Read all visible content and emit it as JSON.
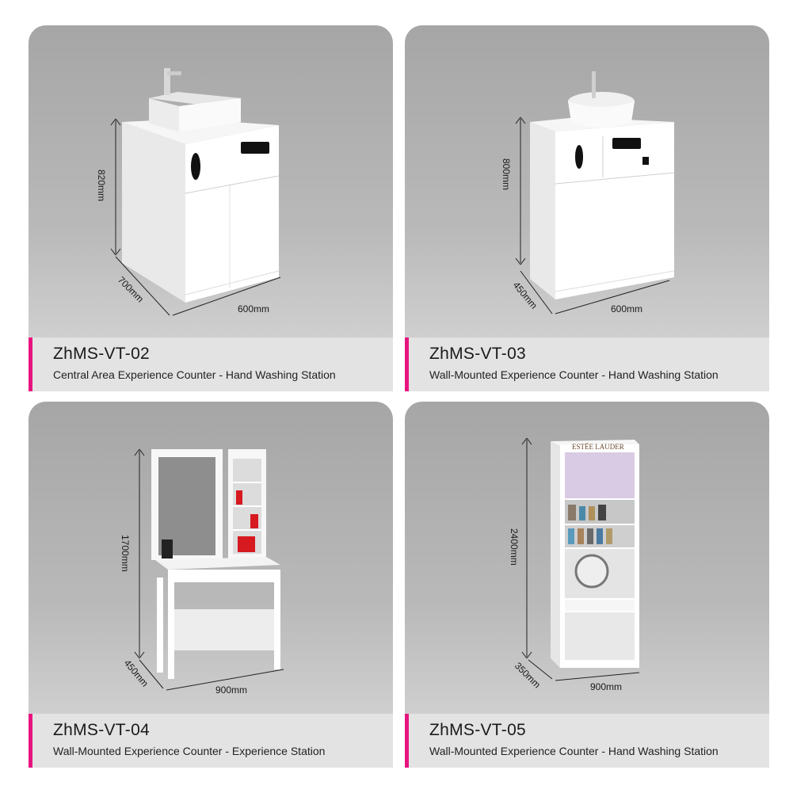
{
  "products": [
    {
      "code": "ZhMS-VT-02",
      "description": "Central Area Experience Counter - Hand Washing Station",
      "dims": {
        "height": "820mm",
        "depth": "700mm",
        "width": "600mm"
      }
    },
    {
      "code": "ZhMS-VT-03",
      "description": "Wall-Mounted Experience Counter - Hand Washing Station",
      "dims": {
        "height": "800mm",
        "depth": "450mm",
        "width": "600mm"
      }
    },
    {
      "code": "ZhMS-VT-04",
      "description": "Wall-Mounted Experience Counter - Experience Station",
      "dims": {
        "height": "1700mm",
        "depth": "450mm",
        "width": "900mm"
      }
    },
    {
      "code": "ZhMS-VT-05",
      "description": "Wall-Mounted Experience Counter - Hand Washing Station",
      "dims": {
        "height": "2400mm",
        "depth": "350mm",
        "width": "900mm"
      },
      "brand": "ESTĒE LAUDER"
    }
  ],
  "colors": {
    "accent": "#e8147f",
    "caption_bg": "#e3e3e3",
    "card_bg": "#b0b0b0"
  }
}
